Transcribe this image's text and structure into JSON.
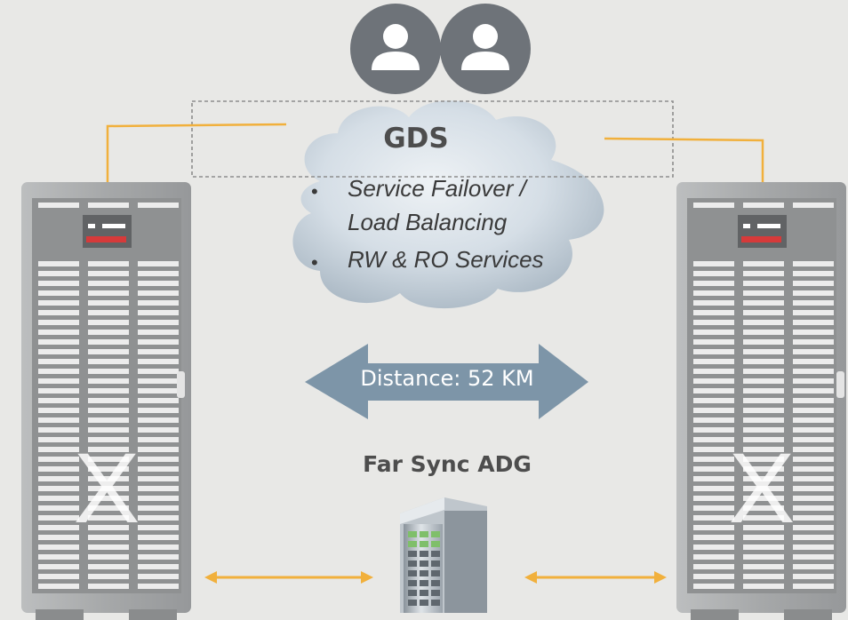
{
  "diagram": {
    "gds": {
      "title": "GDS",
      "bullets": [
        {
          "lines": [
            "Service Failover /",
            "Load Balancing"
          ]
        },
        {
          "lines": [
            "RW & RO Services"
          ]
        }
      ]
    },
    "distance_label": "Distance: 52 KM",
    "far_sync_label": "Far Sync ADG",
    "icons": [
      "user-icon",
      "user-icon",
      "exadata-rack-icon",
      "exadata-rack-icon",
      "server-icon"
    ],
    "colors": {
      "background": "#e8e8e6",
      "cloud": "#c9d3dc",
      "distance_arrow": "#7d95a8",
      "connector": "#f1b03c",
      "rack_body": "#a6a8a9",
      "rack_accent": "#d63a3a",
      "user_circle": "#6e7379"
    }
  }
}
